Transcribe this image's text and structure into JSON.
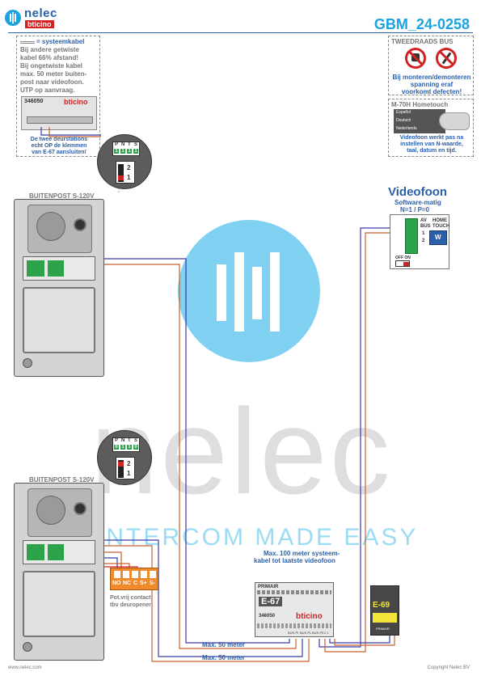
{
  "header": {
    "brand_name": "nelec",
    "brand_sub": "bticino",
    "doc_id": "GBM_24-0258"
  },
  "watermark": {
    "word": "nelec",
    "tagline": "INTERCOM MADE EASY"
  },
  "note_left": {
    "legend_label": "= systeemkabel",
    "lines": [
      "Bij andere getwiste",
      "kabel 66% afstand!",
      "Bij ongetwiste kabel",
      "max. 50 meter buiten-",
      "post naar videofoon.",
      "UTP op aanvraag."
    ],
    "module_code": "346050",
    "module_brand": "bticino",
    "caption_lines": [
      "De twee deurstations",
      "echt OP de klemmen",
      "van E-67 aansluiten!"
    ]
  },
  "note_bus": {
    "title": "TWEEDRAADS BUS",
    "lines": [
      "Bij monteren/demonteren",
      "spanning eraf",
      "voorkomt defecten!"
    ]
  },
  "note_hometouch": {
    "title": "M-70H Hometouch",
    "menu": [
      "Español",
      "Deutsch",
      "Nederlands"
    ],
    "lines": [
      "Videofoon werkt pas na",
      "instellen van N-waarde,",
      "taal, datum en tijd."
    ]
  },
  "dip_top": {
    "headers": [
      "P",
      "N",
      "T",
      "S"
    ],
    "values": [
      "1",
      "1",
      "1",
      "1"
    ],
    "switch_labels": [
      "2",
      "1"
    ]
  },
  "dip_bottom": {
    "headers": [
      "P",
      "N",
      "T",
      "S"
    ],
    "values": [
      "0",
      "1",
      "1",
      "0"
    ],
    "switch_labels": [
      "2",
      "1"
    ]
  },
  "outdoor_top": {
    "label": "BUITENPOST S-120V"
  },
  "outdoor_bottom": {
    "label": "BUITENPOST S-120V"
  },
  "videofoon": {
    "title": "Videofoon",
    "subtitle": "Software-matig",
    "setting": "N=1 / P=0",
    "terms": [
      "AV",
      "BUS",
      "1",
      "2"
    ],
    "screen_label_1": "HOME",
    "screen_label_2": "TOUCH",
    "screen_icon": "W",
    "switch_label": "OFF  ON"
  },
  "relay": {
    "terms": [
      "NO",
      "NC",
      "C",
      "S+",
      "S-"
    ],
    "caption_lines": [
      "Pot.vrij contact",
      "tbv deuropener"
    ]
  },
  "e67": {
    "top_label": "PRIMAIR",
    "name": "E-67",
    "code": "346050",
    "brand": "bticino",
    "bottom_labels": [
      "BUS PI",
      "BUS PL",
      "BUS PE",
      "2  1"
    ]
  },
  "e69": {
    "name": "E-69",
    "bottom_label": "PRIMAIR"
  },
  "cable_notes": {
    "max100": [
      "Max. 100 meter systeem-",
      "kabel tot laatste videofoon"
    ],
    "max50_a": "Max. 50 meter",
    "max50_b": "Max. 50 meter"
  },
  "footer": {
    "left": "www.nelec.com",
    "right": "Copyright Nelec BV"
  },
  "colors": {
    "accent_blue": "#2b5fa8",
    "title_cyan": "#1aa3e0",
    "watermark_cyan": "#5cc4ee",
    "watermark_gray": "#c9c9c9",
    "wire_blue": "#3a3aa8",
    "wire_orange": "#c8622e",
    "relay_orange": "#f08a2a",
    "e69_yellow": "#f3e43a",
    "warning_red": "#d32222"
  }
}
